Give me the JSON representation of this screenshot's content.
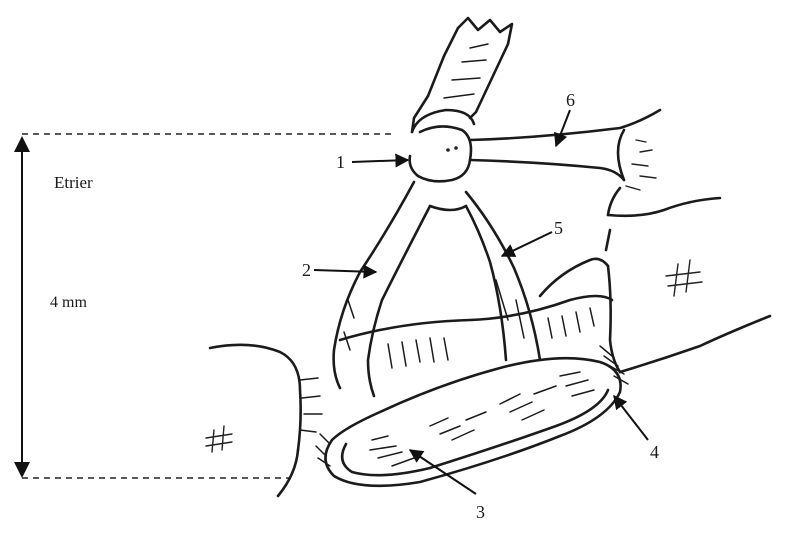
{
  "figure": {
    "title_label": "Etrier",
    "dimension_label": "4 mm",
    "callouts": [
      {
        "id": "head",
        "label": "1"
      },
      {
        "id": "anterior-crus",
        "label": "2"
      },
      {
        "id": "footplate",
        "label": "3"
      },
      {
        "id": "annular-ligament",
        "label": "4"
      },
      {
        "id": "posterior-crus",
        "label": "5"
      },
      {
        "id": "stapedius-tendon",
        "label": "6"
      }
    ]
  }
}
